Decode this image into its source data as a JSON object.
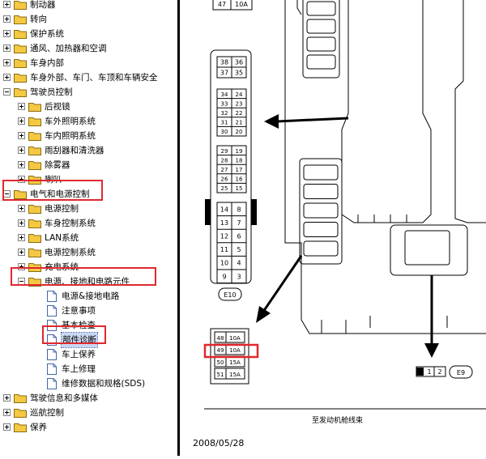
{
  "tree": {
    "items": [
      {
        "label": "制动器",
        "expander": "plus",
        "level": 0,
        "icon": "folder-icon"
      },
      {
        "label": "转向",
        "expander": "plus",
        "level": 0,
        "icon": "folder-icon"
      },
      {
        "label": "保护系统",
        "expander": "plus",
        "level": 0,
        "icon": "folder-icon"
      },
      {
        "label": "通风、加热器和空调",
        "expander": "plus",
        "level": 0,
        "icon": "folder-icon"
      },
      {
        "label": "车身内部",
        "expander": "plus",
        "level": 0,
        "icon": "folder-icon"
      },
      {
        "label": "车身外部、车门、车顶和车辆安全",
        "expander": "plus",
        "level": 0,
        "icon": "folder-icon"
      },
      {
        "label": "驾驶员控制",
        "expander": "minus",
        "level": 0,
        "icon": "folder-icon"
      },
      {
        "label": "后视镜",
        "expander": "plus",
        "level": 1,
        "icon": "folder-icon"
      },
      {
        "label": "车外照明系统",
        "expander": "plus",
        "level": 1,
        "icon": "folder-icon"
      },
      {
        "label": "车内照明系统",
        "expander": "plus",
        "level": 1,
        "icon": "folder-icon"
      },
      {
        "label": "雨刮器和清洗器",
        "expander": "plus",
        "level": 1,
        "icon": "folder-icon"
      },
      {
        "label": "除雾器",
        "expander": "plus",
        "level": 1,
        "icon": "folder-icon"
      },
      {
        "label": "喇叭",
        "expander": "plus",
        "level": 1,
        "icon": "folder-icon"
      },
      {
        "label": "电气和电源控制",
        "expander": "minus",
        "level": 0,
        "icon": "folder-icon"
      },
      {
        "label": "电源控制",
        "expander": "plus",
        "level": 1,
        "icon": "folder-icon"
      },
      {
        "label": "车身控制系统",
        "expander": "plus",
        "level": 1,
        "icon": "folder-icon"
      },
      {
        "label": "LAN系统",
        "expander": "plus",
        "level": 1,
        "icon": "folder-icon"
      },
      {
        "label": "电源控制系统",
        "expander": "plus",
        "level": 1,
        "icon": "folder-icon"
      },
      {
        "label": "充电系统",
        "expander": "plus",
        "level": 1,
        "icon": "folder-icon"
      },
      {
        "label": "电源、接地和电路元件",
        "expander": "minus",
        "level": 1,
        "icon": "folder-icon"
      },
      {
        "label": "电源&接地电路",
        "expander": "none",
        "level": 2,
        "icon": "document-icon"
      },
      {
        "label": "注意事项",
        "expander": "none",
        "level": 2,
        "icon": "document-icon"
      },
      {
        "label": "基本检查",
        "expander": "none",
        "level": 2,
        "icon": "document-icon"
      },
      {
        "label": "部件诊断",
        "expander": "none",
        "level": 2,
        "icon": "document-icon",
        "selected": true
      },
      {
        "label": "车上保养",
        "expander": "none",
        "level": 2,
        "icon": "document-icon"
      },
      {
        "label": "车上修理",
        "expander": "none",
        "level": 2,
        "icon": "document-icon"
      },
      {
        "label": "维修数据和规格(SDS)",
        "expander": "none",
        "level": 2,
        "icon": "document-icon"
      },
      {
        "label": "驾驶信息和多媒体",
        "expander": "plus",
        "level": 0,
        "icon": "folder-icon"
      },
      {
        "label": "巡航控制",
        "expander": "plus",
        "level": 0,
        "icon": "folder-icon"
      },
      {
        "label": "保养",
        "expander": "plus",
        "level": 0,
        "icon": "folder-icon"
      }
    ]
  },
  "diagram": {
    "top_fuse": {
      "num": "47",
      "amp": "10A"
    },
    "left_block_pairs": [
      [
        "38",
        "36"
      ],
      [
        "37",
        "35"
      ],
      [
        "34",
        "24"
      ],
      [
        "33",
        "23"
      ],
      [
        "32",
        "22"
      ],
      [
        "31",
        "21"
      ],
      [
        "30",
        "20"
      ],
      [
        "29",
        "19"
      ],
      [
        "28",
        "18"
      ],
      [
        "27",
        "17"
      ],
      [
        "26",
        "16"
      ],
      [
        "25",
        "15"
      ],
      [
        "14",
        "8"
      ],
      [
        "13",
        "7"
      ],
      [
        "12",
        "6"
      ],
      [
        "11",
        "5"
      ],
      [
        "10",
        "4"
      ],
      [
        "9",
        "3"
      ]
    ],
    "connector_e10": "E10",
    "connector_e9": "E9",
    "e9_pins": [
      "1",
      "2"
    ],
    "bottom_fuses": [
      {
        "num": "48",
        "amp": "10A"
      },
      {
        "num": "49",
        "amp": "10A"
      },
      {
        "num": "50",
        "amp": "15A"
      },
      {
        "num": "51",
        "amp": "15A"
      }
    ],
    "caption": "至发动机舱线束",
    "date": "2008/05/28"
  },
  "colors": {
    "highlight": "#e0282e",
    "folder": "#f5c842",
    "selection": "#c9d7f0"
  }
}
